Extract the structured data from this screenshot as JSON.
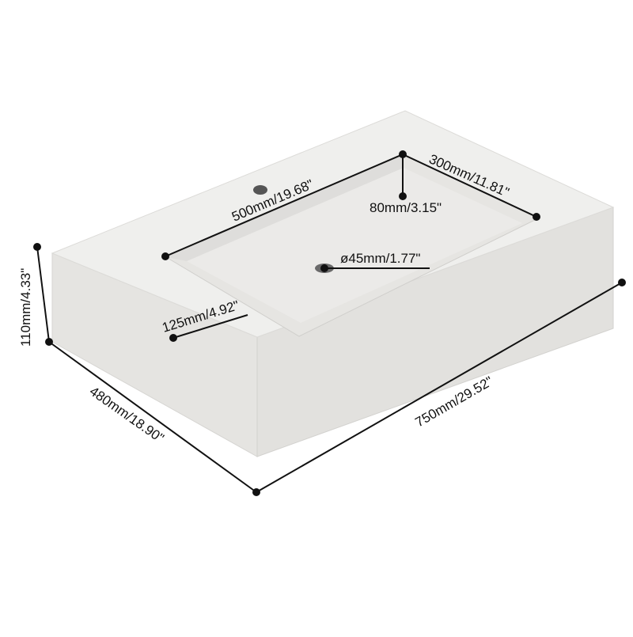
{
  "product": "wall-mounted rectangular bathroom sink with faucet hole",
  "colors": {
    "background": "#ffffff",
    "sink_top": "#eeeeec",
    "sink_front": "#e7e6e3",
    "sink_side": "#dcdbd8",
    "basin": "#e4e3e0",
    "line": "#111111"
  },
  "dimensions": {
    "total_width": "750mm/29.52\"",
    "depth": "480mm/18.90\"",
    "height": "110mm/4.33\"",
    "basin_length": "500mm/19.68\"",
    "basin_width": "300mm/11.81\"",
    "basin_depth": "80mm/3.15\"",
    "drain_diameter": "ø45mm/1.77\"",
    "left_margin": "125mm/4.92\""
  }
}
